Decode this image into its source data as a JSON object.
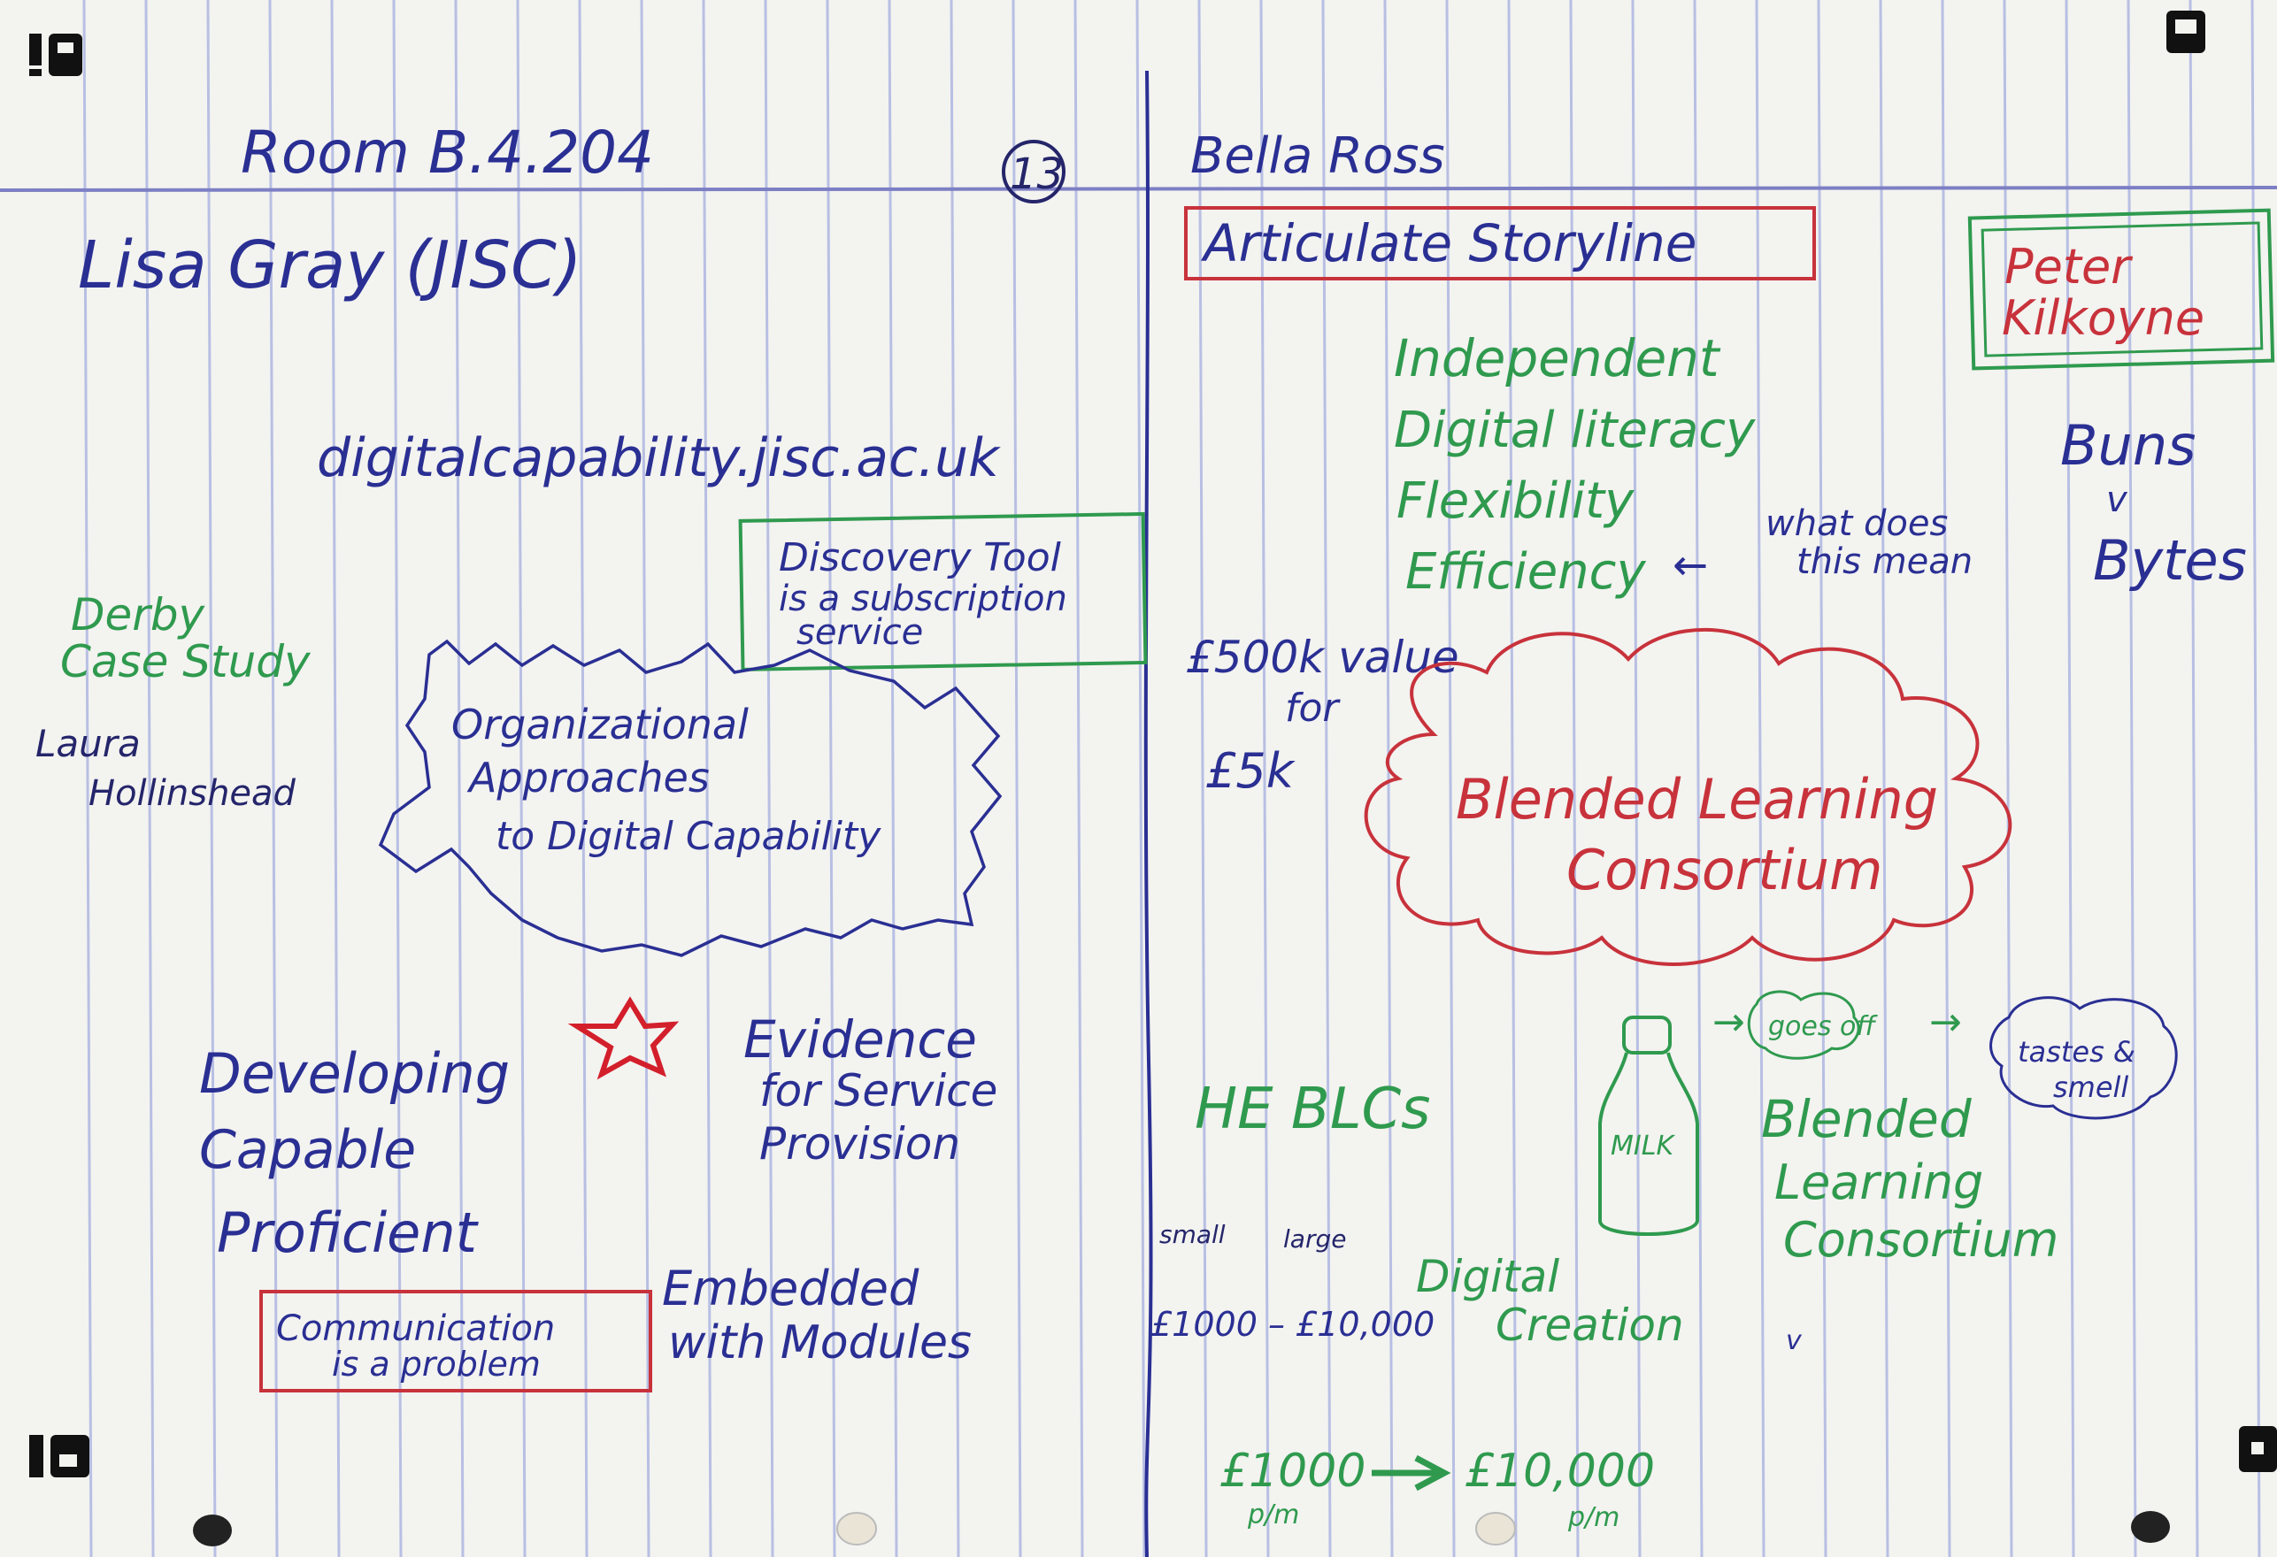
{
  "colors": {
    "paper": "#f3f3f0",
    "rule_line": "#b8bfe3",
    "margin_line": "#7d7fc4",
    "blue_ink": "#2a2f93",
    "green_ink": "#2f9a4e",
    "red_ink": "#c8323b",
    "corner_mark": "#111111"
  },
  "header": {
    "room": "Room B.4.204",
    "page_number": "13",
    "speaker_right": "Bella Ross"
  },
  "left": {
    "speaker": "Lisa Gray (JISC)",
    "url": "digitalcapability.jisc.ac.uk",
    "discovery_note": [
      "Discovery Tool",
      "is a subscription",
      "service"
    ],
    "derby": [
      "Derby",
      "Case Study"
    ],
    "laura": [
      "Laura",
      "Hollinshead"
    ],
    "splash_text": [
      "Organizational",
      "Approaches",
      "to Digital Capability"
    ],
    "levels": [
      "Developing",
      "Capable",
      "Proficient"
    ],
    "evidence": [
      "Evidence",
      "for Service",
      "Provision"
    ],
    "communication_box": [
      "Communication",
      "is a problem"
    ],
    "embedded": [
      "Embedded",
      "with Modules"
    ]
  },
  "right": {
    "storyline": "Articulate Storyline",
    "benefits": [
      "Independent",
      "Digital literacy",
      "Flexibility",
      "Efficiency"
    ],
    "efficiency_question": [
      "what does",
      "this mean"
    ],
    "peter_box": [
      "Peter",
      "Kilkoyne"
    ],
    "buns": [
      "Buns",
      "v",
      "Bytes"
    ],
    "value": [
      "£500k value",
      "for",
      "£5k"
    ],
    "cloud_text": [
      "Blended Learning",
      "Consortium"
    ],
    "milk_label": "MILK",
    "goes_off": "goes off",
    "tastes_smell": [
      "tastes &",
      "smell"
    ],
    "he_blcs": "HE BLCs",
    "blc_green": [
      "Blended",
      "Learning",
      "Consortium"
    ],
    "small_large": [
      "small",
      "large"
    ],
    "price_range": "£1000 – £10,000",
    "digital_creation": [
      "Digital",
      "Creation"
    ],
    "tick": "v",
    "bottom_left_amount": "£1000",
    "bottom_left_unit": "p/m",
    "bottom_right_amount": "£10,000",
    "bottom_right_unit": "p/m"
  }
}
